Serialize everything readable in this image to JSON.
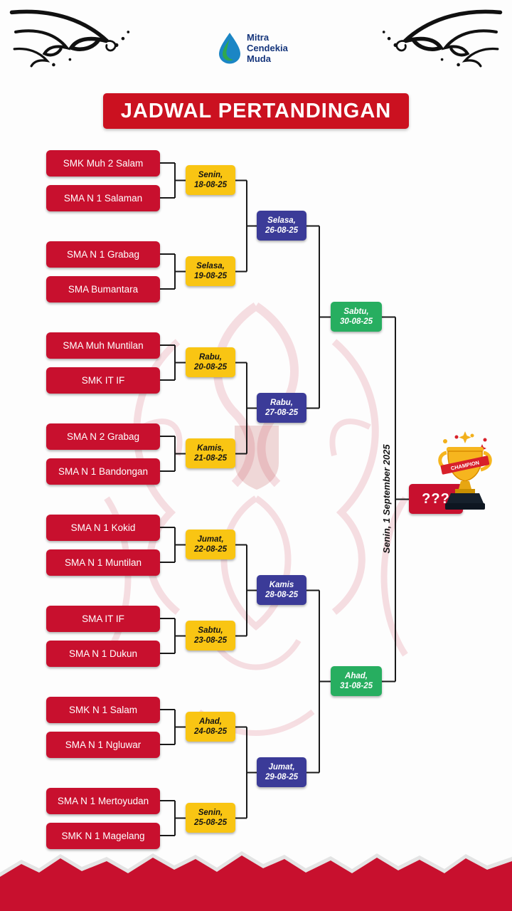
{
  "logo": {
    "name": "Mitra Cendekia Muda",
    "lines": [
      "Mitra",
      "Cendekia",
      "Muda"
    ]
  },
  "title": "JADWAL PERTANDINGAN",
  "bracket": {
    "teams": [
      "SMK Muh 2 Salam",
      "SMA N 1 Salaman",
      "SMA N 1 Grabag",
      "SMA Bumantara",
      "SMA Muh Muntilan",
      "SMK IT IF",
      "SMA N 2 Grabag",
      "SMA N 1 Bandongan",
      "SMA N 1 Kokid",
      "SMA N 1 Muntilan",
      "SMA IT IF",
      "SMA N 1 Dukun",
      "SMK N 1 Salam",
      "SMA N 1 Ngluwar",
      "SMA N 1 Mertoyudan",
      "SMK N 1 Magelang"
    ],
    "round1": [
      {
        "day": "Senin,",
        "date": "18-08-25"
      },
      {
        "day": "Selasa,",
        "date": "19-08-25"
      },
      {
        "day": "Rabu,",
        "date": "20-08-25"
      },
      {
        "day": "Kamis,",
        "date": "21-08-25"
      },
      {
        "day": "Jumat,",
        "date": "22-08-25"
      },
      {
        "day": "Sabtu,",
        "date": "23-08-25"
      },
      {
        "day": "Ahad,",
        "date": "24-08-25"
      },
      {
        "day": "Senin,",
        "date": "25-08-25"
      }
    ],
    "round2": [
      {
        "day": "Selasa,",
        "date": "26-08-25"
      },
      {
        "day": "Rabu,",
        "date": "27-08-25"
      },
      {
        "day": "Kamis",
        "date": "28-08-25"
      },
      {
        "day": "Jumat,",
        "date": "29-08-25"
      }
    ],
    "semifinals": [
      {
        "day": "Sabtu,",
        "date": "30-08-25"
      },
      {
        "day": "Ahad,",
        "date": "31-08-25"
      }
    ],
    "final": {
      "label": "Senin, 1 September 2025",
      "placeholder": "???"
    },
    "trophy_ribbon": "CHAMPION"
  },
  "colors": {
    "red": "#C8102E",
    "yellow": "#F9C513",
    "blue": "#3B3B98",
    "green": "#27AE60",
    "logo_blue": "#16367C"
  }
}
